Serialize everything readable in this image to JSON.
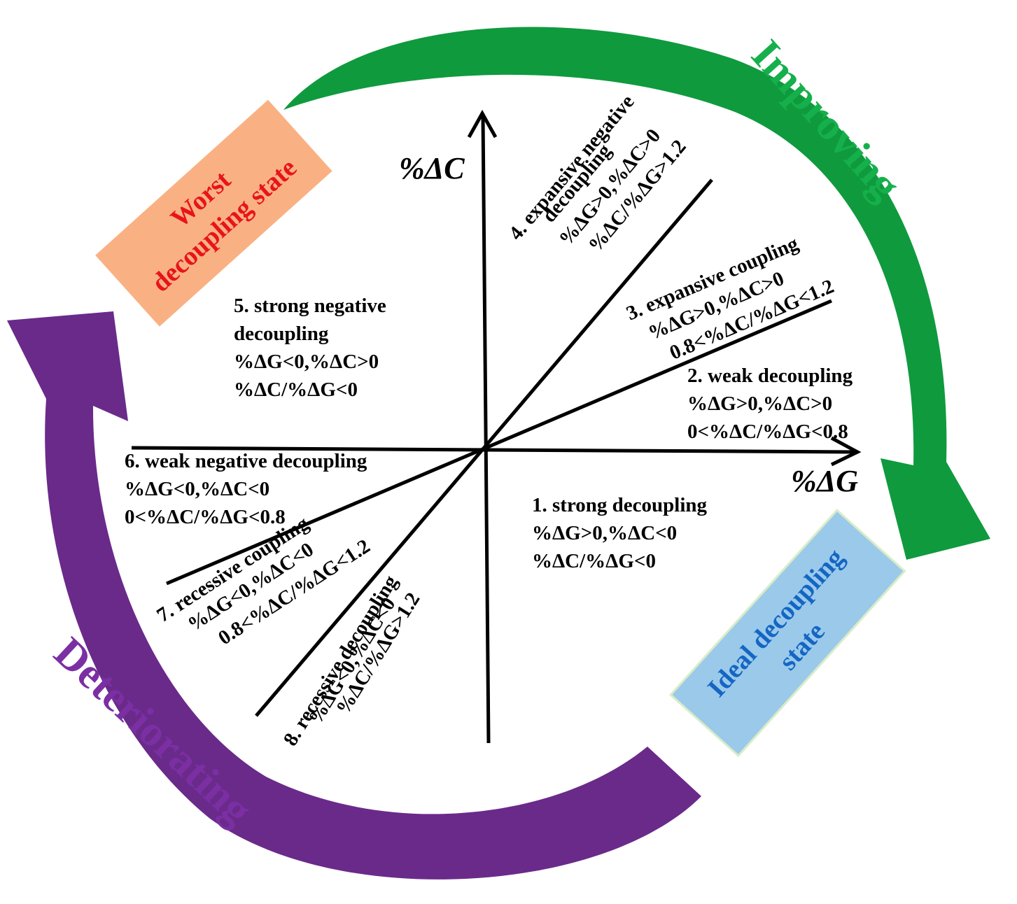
{
  "axes": {
    "x_label": "%ΔG",
    "y_label": "%ΔC"
  },
  "cycle": {
    "improving": "Improving",
    "deteriorating": "Deteriorating",
    "worst_state": [
      "Worst",
      "decoupling state"
    ],
    "ideal_state": [
      "Ideal decoupling",
      "state"
    ]
  },
  "states": {
    "s1": [
      "1. strong decoupling",
      "%ΔG>0,%ΔC<0",
      "%ΔC/%ΔG<0"
    ],
    "s2": [
      "2. weak decoupling",
      "%ΔG>0,%ΔC>0",
      "0<%ΔC/%ΔG<0.8"
    ],
    "s3": [
      "3. expansive coupling",
      "%ΔG>0,%ΔC>0",
      "0.8<%ΔC/%ΔG<1.2"
    ],
    "s4": [
      "4. expansive negative",
      "decoupling",
      "%ΔG>0,%ΔC>0",
      "%ΔC/%ΔG>1.2"
    ],
    "s5": [
      "5. strong negative",
      "decoupling",
      "%ΔG<0,%ΔC>0",
      "%ΔC/%ΔG<0"
    ],
    "s6": [
      "6. weak negative decoupling",
      "%ΔG<0,%ΔC<0",
      "0<%ΔC/%ΔG<0.8"
    ],
    "s7": [
      "7. recessive coupling",
      "%ΔG<0,%ΔC<0",
      "0.8<%ΔC/%ΔG<1.2"
    ],
    "s8": [
      "8. recessive decoupling",
      "%ΔG<0,%ΔC<0",
      "%ΔC/%ΔG>1.2"
    ]
  },
  "colors": {
    "improving_arrow": "#0f9a3e",
    "improving_text": "#15b04b",
    "deteriorating_arrow": "#6a2a8a",
    "deteriorating_text": "#7b2fa3",
    "worst_box": "#f9b184",
    "worst_text": "#e8141a",
    "ideal_box": "#9bc9ea",
    "ideal_text": "#1466c4"
  }
}
